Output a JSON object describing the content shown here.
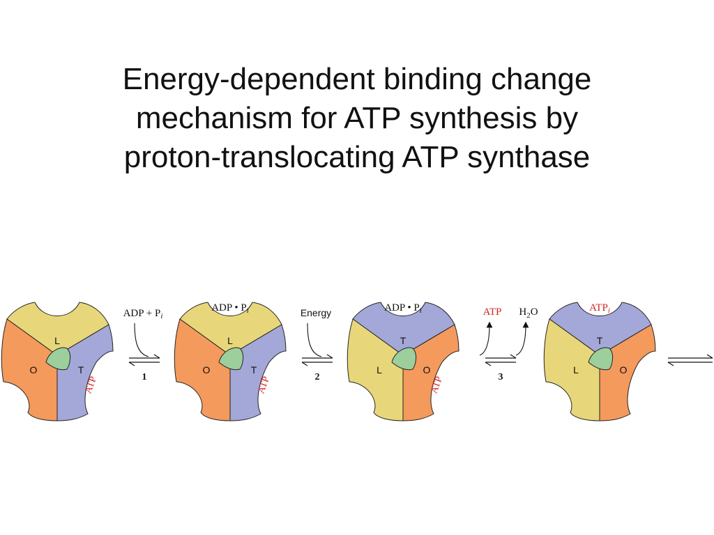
{
  "title": {
    "lines": [
      "Energy-dependent binding change",
      "mechanism for ATP synthesis by",
      "proton-translocating ATP synthase"
    ]
  },
  "colors": {
    "L": "#e8d77a",
    "O": "#f39a5c",
    "T": "#a3a8d8",
    "shaft": "#9ccf9c",
    "atp_red": "#d42020",
    "stroke": "#222222"
  },
  "complexes": [
    {
      "top": "L",
      "left": "O",
      "right": "T",
      "site_label": "ATP",
      "site_label_color": "atp_red"
    },
    {
      "top": "L",
      "left": "O",
      "right": "T",
      "top_bound": "ADP • P",
      "site_label": "ATP",
      "site_label_color": "atp_red"
    },
    {
      "top": "T",
      "left": "L",
      "right": "O",
      "top_bound": "ADP • P",
      "site_label": "ATP",
      "site_label_color": "atp_red"
    },
    {
      "top": "T",
      "left": "L",
      "right": "O",
      "top_bound": "ATP",
      "top_bound_color": "atp_red"
    }
  ],
  "steps": [
    {
      "number": "1",
      "input": "ADP + P"
    },
    {
      "number": "2",
      "input": "Energy"
    },
    {
      "number": "3",
      "outputs": [
        "ATP",
        "H2O"
      ]
    },
    {
      "number": ""
    }
  ],
  "subscript_i": "i"
}
